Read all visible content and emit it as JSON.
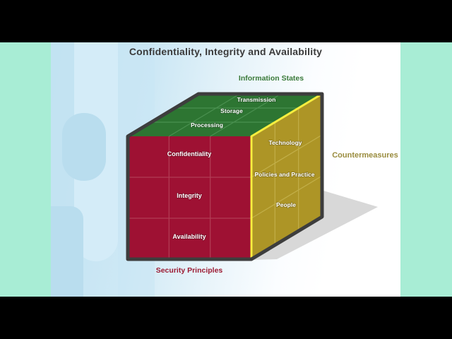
{
  "scene": {
    "letterbox_color": "#000000",
    "background_color": "#a8edd5",
    "slide_tint_color": "#c9e6f4",
    "shadow_color": "#d8d8d8"
  },
  "slide": {
    "title": "Confidentiality, Integrity and Availability",
    "title_color": "#3b3b3b"
  },
  "cube": {
    "outline_color": "#3d3d3d",
    "edge_highlight_color": "#f7ee3f",
    "axes": {
      "information_states": {
        "label": "Information States",
        "color": "#3a7a3a"
      },
      "countermeasures": {
        "label": "Countermeasures",
        "color": "#9a8c3e"
      },
      "security_principles": {
        "label": "Security Principles",
        "color": "#9c1b33"
      }
    },
    "faces": {
      "top": {
        "color": "#2d7532",
        "grid_color": "#4a9050",
        "labels": [
          "Transmission",
          "Storage",
          "Processing"
        ]
      },
      "front": {
        "color": "#9e1133",
        "grid_color": "#b23e55",
        "labels": [
          "Confidentiality",
          "Integrity",
          "Availability"
        ]
      },
      "right": {
        "color": "#ad9526",
        "grid_color": "#c2af49",
        "labels": [
          "Technology",
          "Policies and Practice",
          "People"
        ]
      }
    }
  }
}
